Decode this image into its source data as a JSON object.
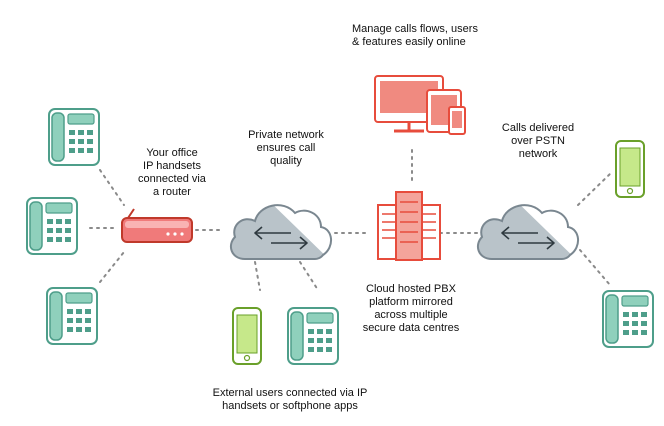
{
  "labels": {
    "office": "Your office\nIP handsets\nconnected via\na router",
    "private_network": "Private network\nensures call\nquality",
    "manage": "Manage calls flows, users\n& features easily online",
    "pstn": "Calls delivered\nover PSTN\nnetwork",
    "cloud_pbx": "Cloud hosted PBX\nplatform mirrored\nacross multiple\nsecure data centres",
    "external_users": "External users connected via IP\nhandsets or softphone apps"
  },
  "colors": {
    "phone_fill": "#8fd0bc",
    "phone_stroke": "#4e9e8a",
    "router_fill": "#f07a7a",
    "router_stroke": "#c0392b",
    "server": "#e74c3c",
    "mobile_fill": "#c6e88a",
    "mobile_stroke": "#6aa02a",
    "cloud_stroke": "#7a8790",
    "cloud_shade": "#b9c3c9",
    "dots": "#8a8a8a"
  }
}
